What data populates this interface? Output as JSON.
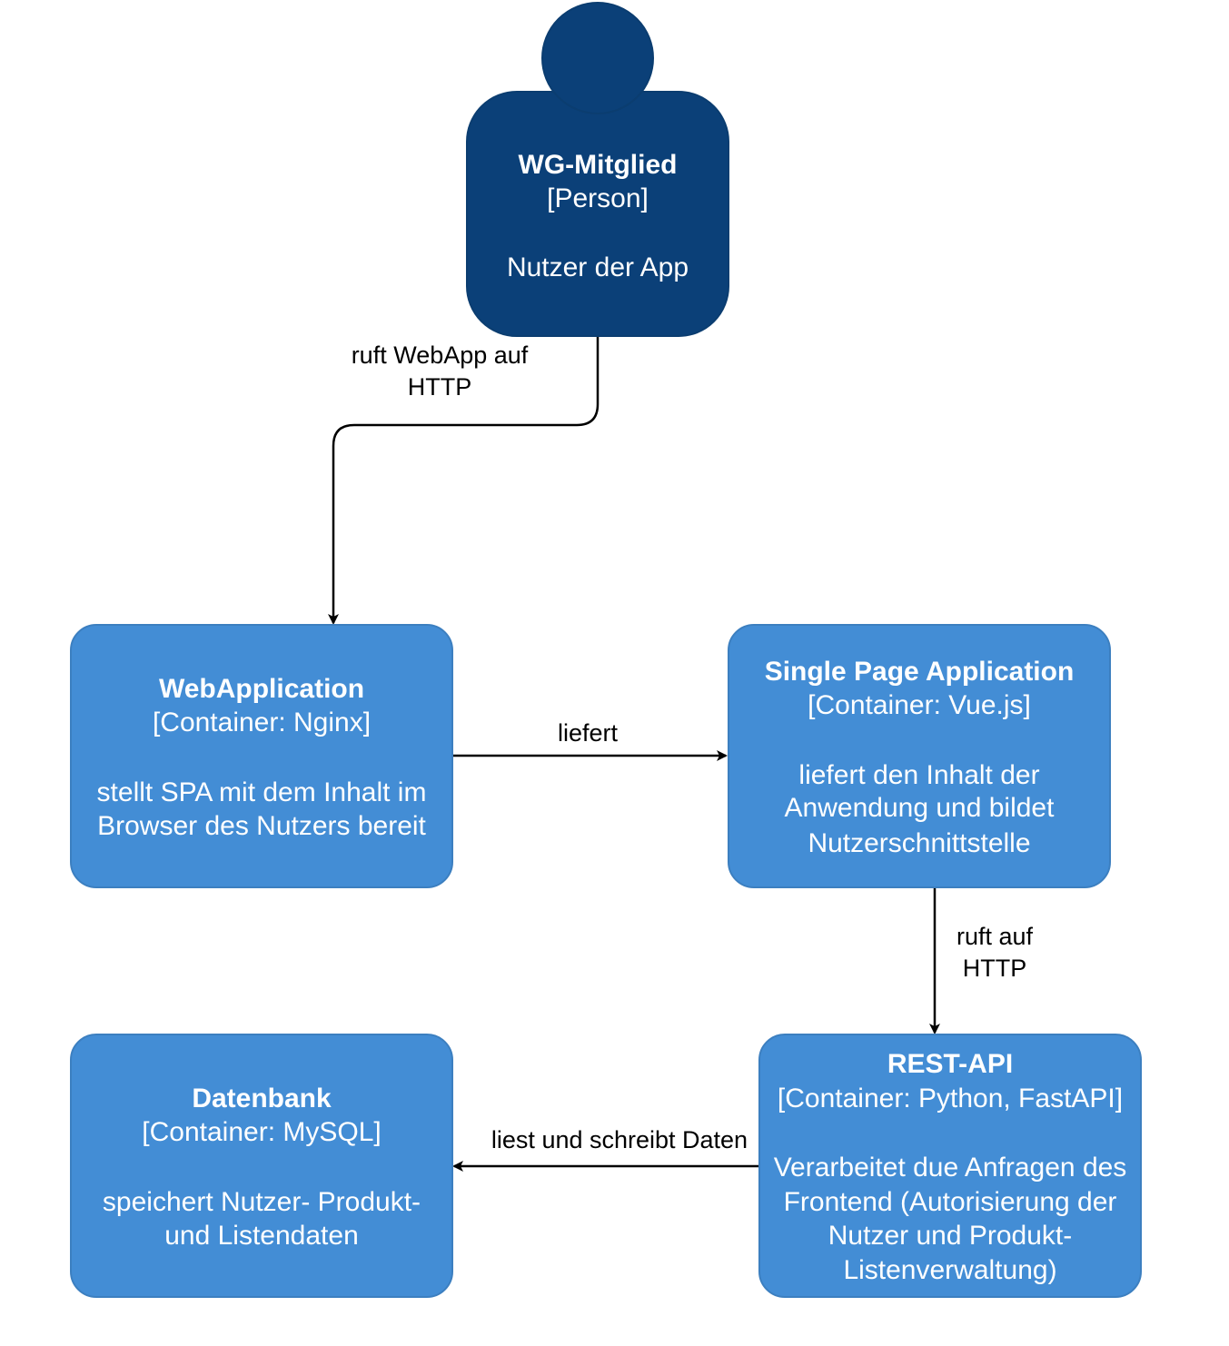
{
  "colors": {
    "person_fill": "#0b4078",
    "container_fill": "#438dd5",
    "container_stroke": "#3c7fc0",
    "person_stroke": "#0b3d70",
    "edge": "#000000",
    "text_on_node": "#ffffff"
  },
  "person": {
    "title": "WG-Mitglied",
    "type": "[Person]",
    "description": "Nutzer der App"
  },
  "containers": {
    "webapp": {
      "title": "WebApplication",
      "type": "[Container: Nginx]",
      "description": [
        "stellt SPA mit dem Inhalt im",
        "Browser des Nutzers bereit"
      ]
    },
    "spa": {
      "title": "Single Page Application",
      "type": "[Container: Vue.js]",
      "description": [
        "liefert den Inhalt der",
        "Anwendung und bildet",
        "Nutzerschnittstelle"
      ]
    },
    "database": {
      "title": "Datenbank",
      "type": "[Container: MySQL]",
      "description": [
        "speichert Nutzer- Produkt-",
        "und Listendaten"
      ]
    },
    "restapi": {
      "title": "REST-API",
      "type": "[Container: Python, FastAPI]",
      "description": [
        "Verarbeitet due Anfragen des",
        "Frontend (Autorisierung der",
        "Nutzer und Produkt-",
        "Listenverwaltung)"
      ]
    }
  },
  "edges": {
    "person_to_webapp": {
      "label": "ruft WebApp auf",
      "protocol": "HTTP"
    },
    "webapp_to_spa": {
      "label": "liefert"
    },
    "spa_to_restapi": {
      "label": "ruft auf",
      "protocol": "HTTP"
    },
    "restapi_to_database": {
      "label": "liest und schreibt Daten"
    }
  }
}
